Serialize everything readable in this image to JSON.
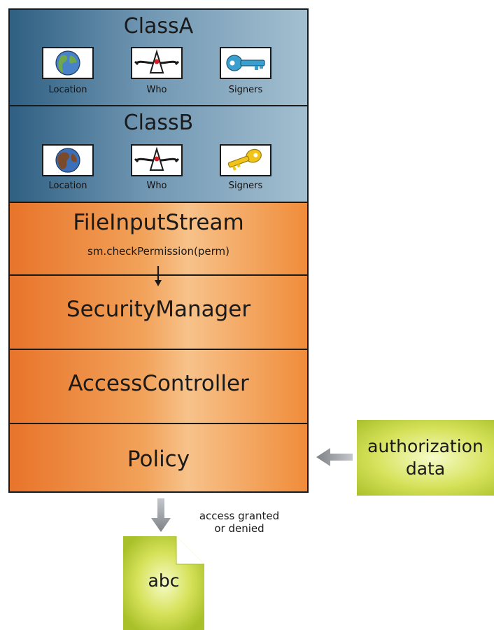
{
  "class_a": {
    "title": "ClassA",
    "icons": [
      {
        "icon": "globe-icon",
        "label": "Location"
      },
      {
        "icon": "duke-mascot-icon",
        "label": "Who"
      },
      {
        "icon": "blue-key-icon",
        "label": "Signers"
      }
    ]
  },
  "class_b": {
    "title": "ClassB",
    "icons": [
      {
        "icon": "globe-icon",
        "label": "Location"
      },
      {
        "icon": "duke-mascot-icon",
        "label": "Who"
      },
      {
        "icon": "gold-key-icon",
        "label": "Signers"
      }
    ]
  },
  "file_input_stream": {
    "title": "FileInputStream",
    "call": "sm.checkPermission(perm)"
  },
  "security_manager": {
    "title": "SecurityManager"
  },
  "access_controller": {
    "title": "AccessController"
  },
  "policy": {
    "title": "Policy"
  },
  "authorization": {
    "line1": "authorization",
    "line2": "data"
  },
  "result_note": {
    "line1": "access granted",
    "line2": "or denied"
  },
  "document": {
    "label": "abc"
  },
  "colors": {
    "class_band": "#4f7d9c",
    "component_band": "#f0913e",
    "data_box": "#c8d640",
    "arrow": "#8c9094"
  }
}
